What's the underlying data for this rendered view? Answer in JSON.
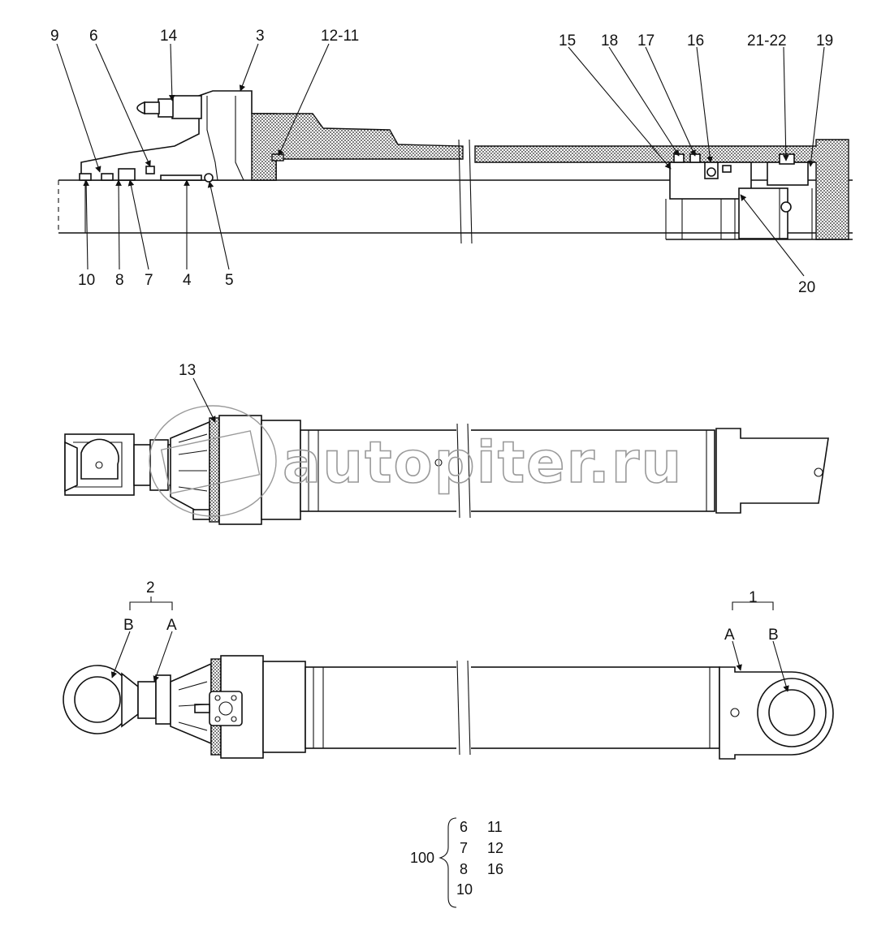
{
  "section_view": {
    "labels_top": [
      "9",
      "6",
      "14",
      "3",
      "12-11",
      "15",
      "18",
      "17",
      "16",
      "21-22",
      "19"
    ],
    "labels_bottom": [
      "10",
      "8",
      "7",
      "4",
      "5",
      "20"
    ]
  },
  "middle_view": {
    "label": "13",
    "watermark": "autopiter.ru"
  },
  "bottom_view": {
    "left_group": "2",
    "left_b": "B",
    "left_a": "A",
    "right_group": "1",
    "right_a": "A",
    "right_b": "B"
  },
  "kit": {
    "number": "100",
    "col1": [
      "6",
      "7",
      "8",
      "10"
    ],
    "col2": [
      "11",
      "12",
      "16"
    ]
  }
}
